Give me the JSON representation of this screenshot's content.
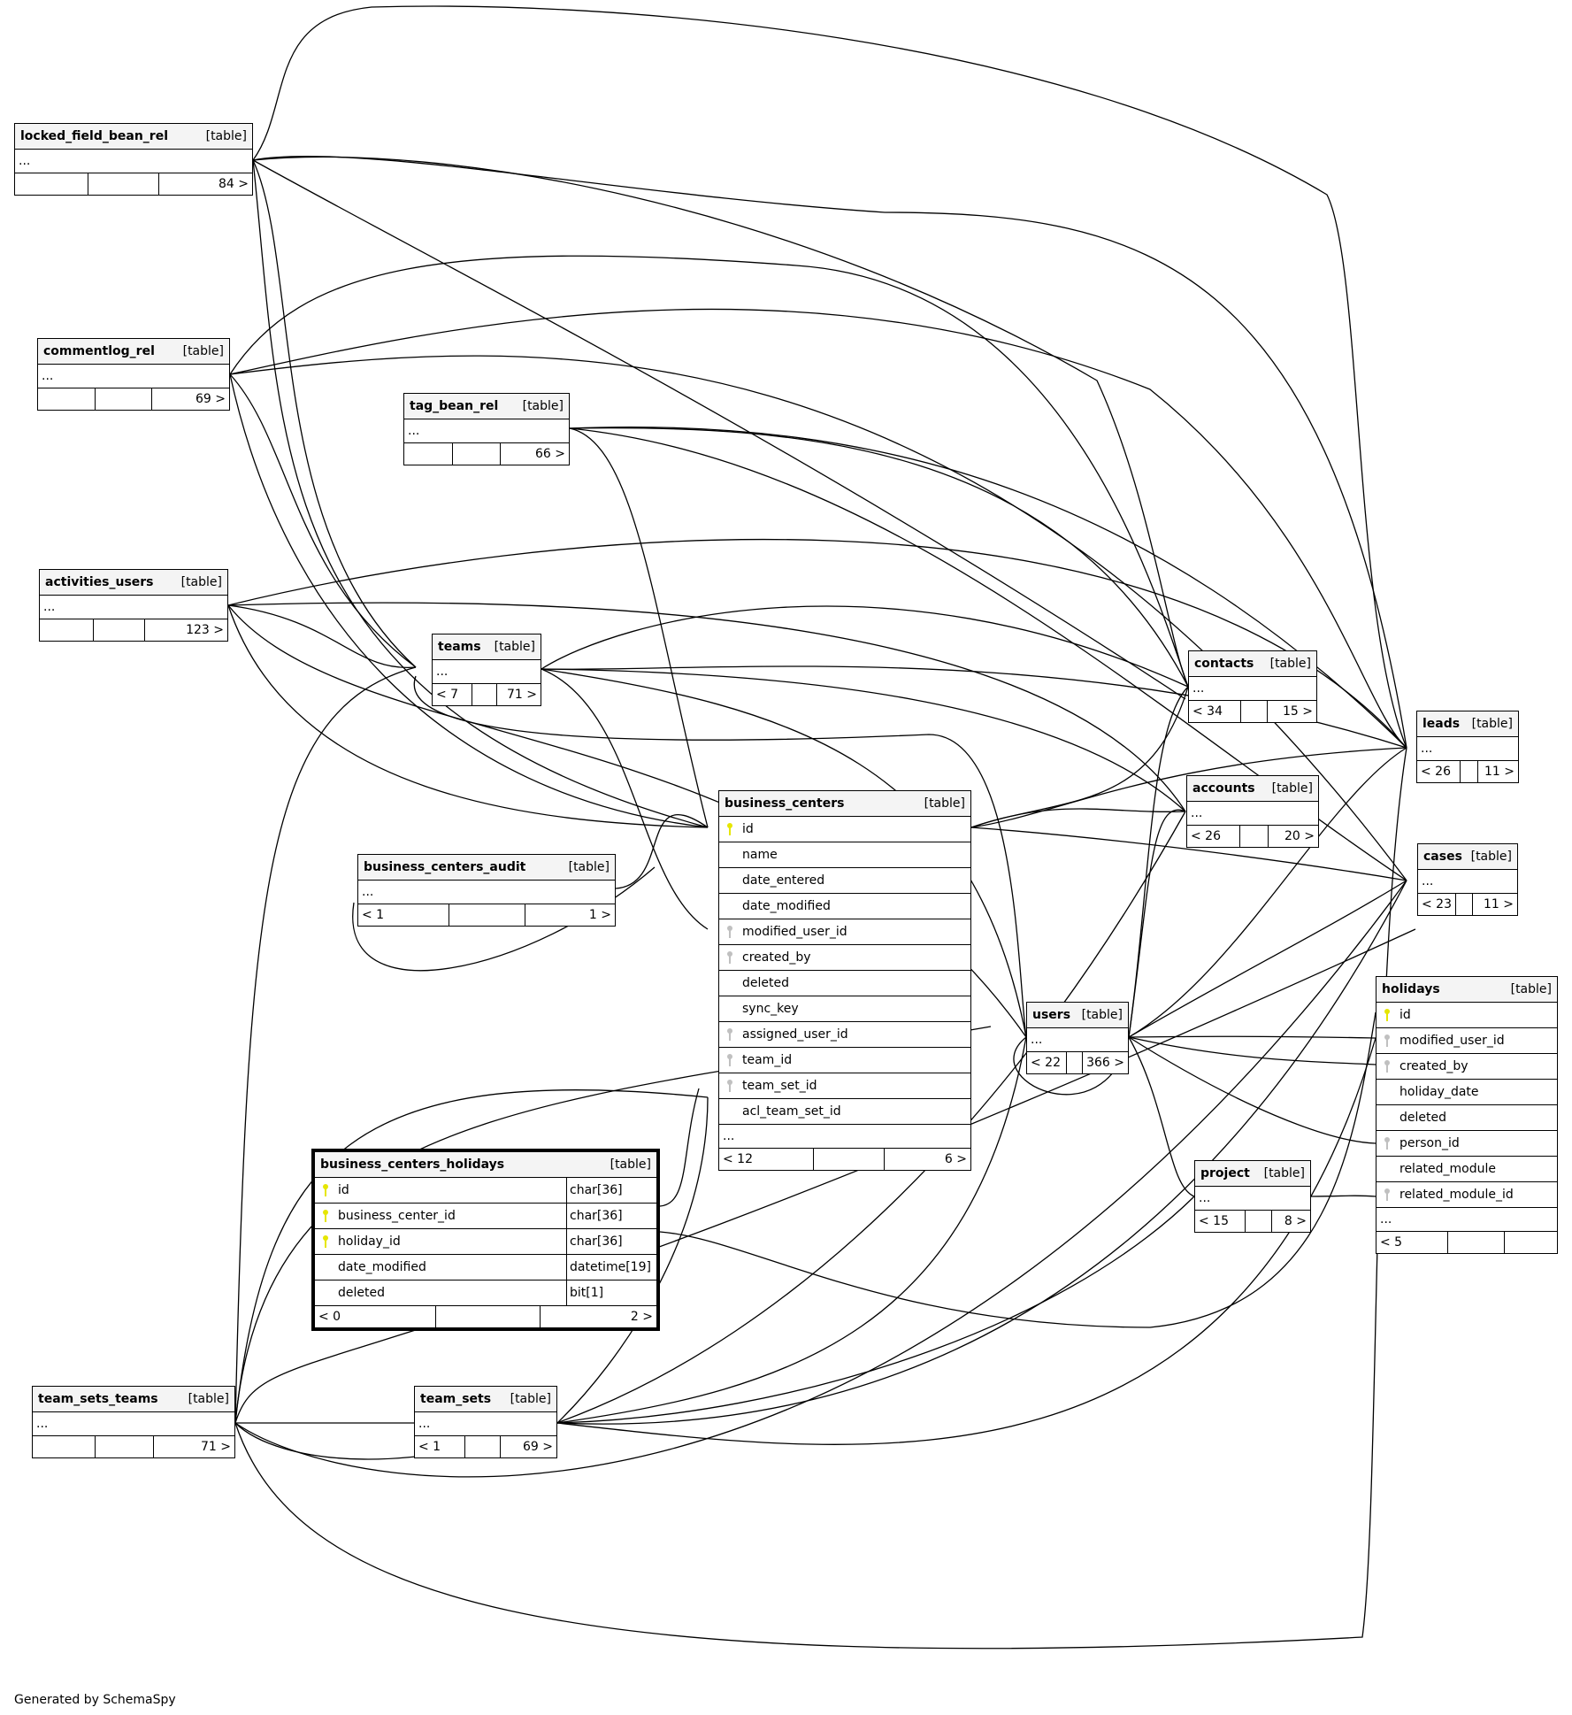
{
  "diagram": {
    "kind_label": "[table]",
    "ellipsis": "...",
    "credit": "Generated by SchemaSpy",
    "key_colors": {
      "primary": "#e6e600",
      "foreign": "#c0c0c0"
    }
  },
  "tables": {
    "locked_field_bean_rel": {
      "name": "locked_field_bean_rel",
      "parents": "",
      "children": "84 >"
    },
    "commentlog_rel": {
      "name": "commentlog_rel",
      "parents": "",
      "children": "69 >"
    },
    "tag_bean_rel": {
      "name": "tag_bean_rel",
      "parents": "",
      "children": "66 >"
    },
    "activities_users": {
      "name": "activities_users",
      "parents": "",
      "children": "123 >"
    },
    "teams": {
      "name": "teams",
      "parents": "< 7",
      "children": "71 >"
    },
    "business_centers_audit": {
      "name": "business_centers_audit",
      "parents": "< 1",
      "children": "1 >"
    },
    "business_centers": {
      "name": "business_centers",
      "parents": "< 12",
      "children": "6 >",
      "columns": [
        {
          "name": "id",
          "key": "primary"
        },
        {
          "name": "name",
          "key": ""
        },
        {
          "name": "date_entered",
          "key": ""
        },
        {
          "name": "date_modified",
          "key": ""
        },
        {
          "name": "modified_user_id",
          "key": "foreign"
        },
        {
          "name": "created_by",
          "key": "foreign"
        },
        {
          "name": "deleted",
          "key": ""
        },
        {
          "name": "sync_key",
          "key": ""
        },
        {
          "name": "assigned_user_id",
          "key": "foreign"
        },
        {
          "name": "team_id",
          "key": "foreign"
        },
        {
          "name": "team_set_id",
          "key": "foreign"
        },
        {
          "name": "acl_team_set_id",
          "key": ""
        }
      ]
    },
    "business_centers_holidays": {
      "name": "business_centers_holidays",
      "parents": "< 0",
      "children": "2 >",
      "columns": [
        {
          "name": "id",
          "type": "char[36]",
          "key": "primary"
        },
        {
          "name": "business_center_id",
          "type": "char[36]",
          "key": "primary"
        },
        {
          "name": "holiday_id",
          "type": "char[36]",
          "key": "primary"
        },
        {
          "name": "date_modified",
          "type": "datetime[19]",
          "key": ""
        },
        {
          "name": "deleted",
          "type": "bit[1]",
          "key": ""
        }
      ]
    },
    "team_sets_teams": {
      "name": "team_sets_teams",
      "parents": "",
      "children": "71 >"
    },
    "team_sets": {
      "name": "team_sets",
      "parents": "< 1",
      "children": "69 >"
    },
    "contacts": {
      "name": "contacts",
      "parents": "< 34",
      "children": "15 >"
    },
    "accounts": {
      "name": "accounts",
      "parents": "< 26",
      "children": "20 >"
    },
    "leads": {
      "name": "leads",
      "parents": "< 26",
      "children": "11 >"
    },
    "cases": {
      "name": "cases",
      "parents": "< 23",
      "children": "11 >"
    },
    "users": {
      "name": "users",
      "parents": "< 22",
      "children": "366 >"
    },
    "project": {
      "name": "project",
      "parents": "< 15",
      "children": "8 >"
    },
    "holidays": {
      "name": "holidays",
      "parents": "< 5",
      "children": "",
      "columns": [
        {
          "name": "id",
          "key": "primary"
        },
        {
          "name": "modified_user_id",
          "key": "foreign"
        },
        {
          "name": "created_by",
          "key": "foreign"
        },
        {
          "name": "holiday_date",
          "key": ""
        },
        {
          "name": "deleted",
          "key": ""
        },
        {
          "name": "person_id",
          "key": "foreign"
        },
        {
          "name": "related_module",
          "key": ""
        },
        {
          "name": "related_module_id",
          "key": "foreign"
        }
      ]
    }
  }
}
